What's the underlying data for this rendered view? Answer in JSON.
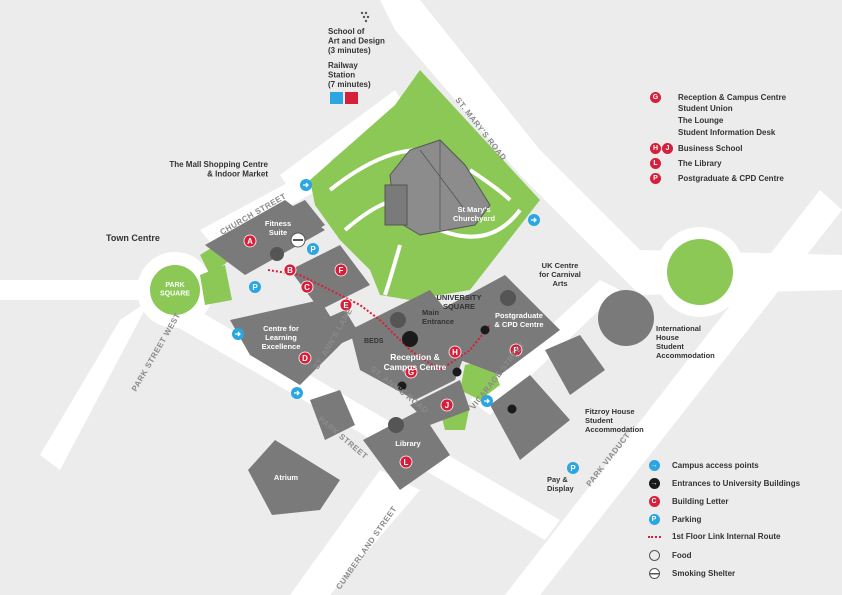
{
  "colors": {
    "background": "#ececec",
    "road": "#ffffff",
    "green": "#8cc856",
    "building": "#7a7a7a",
    "letter_red": "#d61f3a",
    "access_cyan": "#2aa7e0"
  },
  "map_labels": {
    "school_art": [
      "School of",
      "Art and Design",
      "(3 minutes)"
    ],
    "railway": [
      "Railway",
      "Station",
      "(7 minutes)"
    ],
    "mall": [
      "The Mall Shopping Centre",
      "& Indoor Market"
    ],
    "town_centre": "Town Centre",
    "park_square_circle": [
      "PARK",
      "SQUARE"
    ],
    "fitness": [
      "Fitness",
      "Suite"
    ],
    "centre_learning": [
      "Centre for",
      "Learning",
      "Excellence"
    ],
    "st_marys_churchyard": [
      "St Mary's",
      "Churchyard"
    ],
    "university_square": [
      "UNIVERSITY",
      "SQUARE"
    ],
    "main_entrance": [
      "Main",
      "Entrance"
    ],
    "beds": "BEDS",
    "reception": [
      "Reception &",
      "Campus Centre"
    ],
    "postgrad": [
      "Postgraduate",
      "& CPD Centre"
    ],
    "uk_centre": [
      "UK Centre",
      "for Carnival",
      "Arts"
    ],
    "international_house": [
      "International",
      "House",
      "Student",
      "Accommodation"
    ],
    "fitzroy_house": [
      "Fitzroy House",
      "Student",
      "Accommodation"
    ],
    "library": "Library",
    "atrium": "Atrium",
    "pay_display": [
      "Pay &",
      "Display"
    ]
  },
  "road_names": {
    "church_street": "CHURCH STREET",
    "st_marys_road": "ST. MARY'S ROAD",
    "park_street_west": "PARK STREET WEST",
    "st_anns_lane": "ST. ANN'S LANE",
    "st_anns_road": "ST. ANN'S ROAD",
    "park_street": "PARK STREET",
    "vicarage_street": "VICARAGE STREET",
    "park_viaduct": "PARK VIADUCT",
    "cumberland_street": "CUMBERLAND STREET"
  },
  "building_letters": [
    {
      "id": "A",
      "label": "A"
    },
    {
      "id": "B",
      "label": "B"
    },
    {
      "id": "C",
      "label": "C"
    },
    {
      "id": "D",
      "label": "D"
    },
    {
      "id": "E",
      "label": "E"
    },
    {
      "id": "F",
      "label": "F"
    },
    {
      "id": "G",
      "label": "G"
    },
    {
      "id": "H",
      "label": "H"
    },
    {
      "id": "J",
      "label": "J"
    },
    {
      "id": "L",
      "label": "L"
    },
    {
      "id": "P",
      "label": "P"
    }
  ],
  "key_top": [
    {
      "letters": [
        "G"
      ],
      "lines": [
        "Reception & Campus Centre",
        "Student Union",
        "The Lounge",
        "Student Information Desk"
      ]
    },
    {
      "letters": [
        "H",
        "J"
      ],
      "lines": [
        "Business School"
      ]
    },
    {
      "letters": [
        "L"
      ],
      "lines": [
        "The Library"
      ]
    },
    {
      "letters": [
        "P"
      ],
      "lines": [
        "Postgraduate & CPD Centre"
      ]
    }
  ],
  "key_bottom": [
    {
      "icon": "campus-access-icon",
      "label": "Campus access points"
    },
    {
      "icon": "entrance-arrow-icon",
      "label": "Entrances to University Buildings"
    },
    {
      "icon": "building-letter-icon",
      "label": "Building Letter",
      "sample": "C"
    },
    {
      "icon": "parking-icon",
      "label": "Parking",
      "sample": "P"
    },
    {
      "icon": "internal-route-icon",
      "label": "1st Floor Link Internal Route"
    },
    {
      "icon": "food-icon",
      "label": "Food"
    },
    {
      "icon": "smoking-shelter-icon",
      "label": "Smoking Shelter"
    }
  ]
}
